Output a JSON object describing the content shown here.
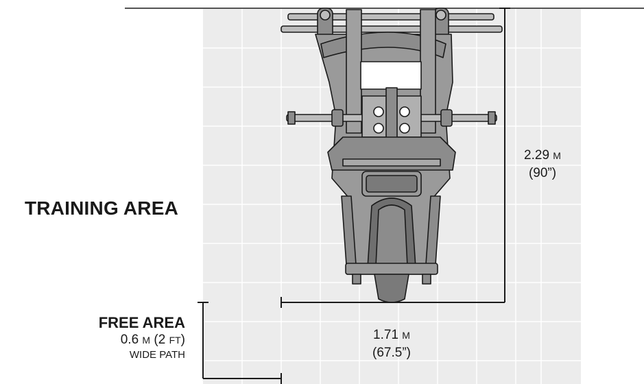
{
  "labels": {
    "training_area": "TRAINING AREA",
    "free_area": "FREE AREA",
    "free_path_value": "0.6",
    "free_path_unit": "M",
    "free_path_imperial_value": "(2",
    "free_path_imperial_unit": "FT",
    "free_path_close": ")",
    "free_path_desc": "WIDE PATH"
  },
  "dimensions": {
    "depth_metric_value": "2.29",
    "depth_metric_unit": "M",
    "depth_imperial": "(90”)",
    "width_metric_value": "1.71",
    "width_metric_unit": "M",
    "width_imperial": "(67.5”)"
  },
  "colors": {
    "grid_fill": "#ececec",
    "grid_line": "#ffffff",
    "machine_fill": "#8c8c8c",
    "machine_dark": "#5a5a5a",
    "machine_light": "#bdbdbd",
    "outline": "#1a1a1a"
  }
}
